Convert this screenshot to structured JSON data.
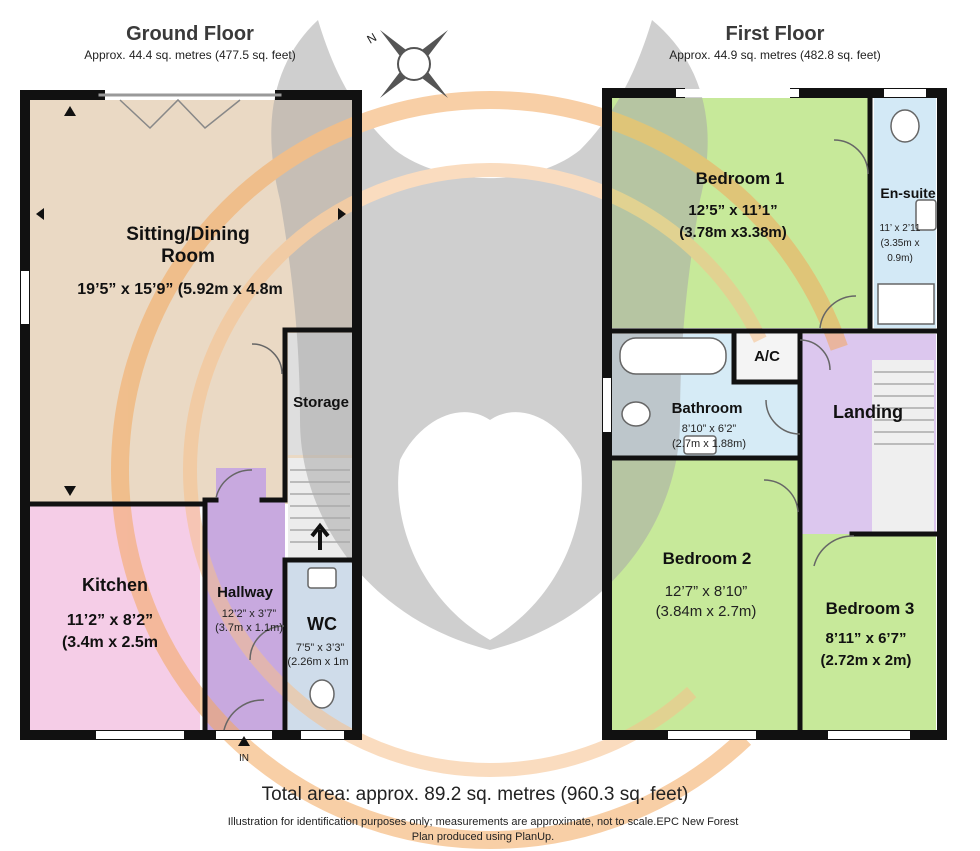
{
  "ground_floor": {
    "title": "Ground Floor",
    "area": "Approx. 44.4 sq. metres (477.5 sq. feet)",
    "sitting": {
      "name1": "Sitting/Dining",
      "name2": "Room",
      "dims": "19’5” x 15’9” (5.92m x 4.8m"
    },
    "storage": {
      "name": "Storage"
    },
    "kitchen": {
      "name": "Kitchen",
      "dims1": "11’2” x 8’2”",
      "dims2": "(3.4m x 2.5m"
    },
    "hallway": {
      "name": "Hallway",
      "dims1": "12’2” x 3’7”",
      "dims2": "(3.7m x 1.1m)"
    },
    "wc": {
      "name": "WC",
      "dims1": "7’5” x 3’3”",
      "dims2": "(2.26m x 1m"
    },
    "entrance": "IN"
  },
  "first_floor": {
    "title": "First Floor",
    "area": "Approx. 44.9 sq. metres (482.8 sq. feet)",
    "bedroom1": {
      "name": "Bedroom 1",
      "dims1": "12’5” x 11’1”",
      "dims2": "(3.78m x3.38m)"
    },
    "ensuite": {
      "name": "En-suite",
      "dims1": "11’ x 2’11",
      "dims2": "(3.35m x",
      "dims3": "0.9m)"
    },
    "ac": {
      "name": "A/C"
    },
    "bathroom": {
      "name": "Bathroom",
      "dims1": "8’10” x 6’2”",
      "dims2": "(2.7m x 1.88m)"
    },
    "landing": {
      "name": "Landing"
    },
    "bedroom2": {
      "name": "Bedroom 2",
      "dims1": "12’7” x 8’10”",
      "dims2": "(3.84m x 2.7m)"
    },
    "bedroom3": {
      "name": "Bedroom 3",
      "dims1": "8’11” x 6’7”",
      "dims2": "(2.72m x 2m)"
    }
  },
  "compass": {
    "label": "N"
  },
  "footer": {
    "total": "Total area: approx. 89.2 sq. metres (960.3 sq. feet)",
    "disclaimer": "Illustration for identification purposes only; measurements are approximate, not to scale.EPC New Forest",
    "produced": "Plan produced using PlanUp."
  },
  "colors": {
    "sitting": "#ead9c4",
    "kitchen": "#f5cde7",
    "hallway": "#c8a9df",
    "storage": "#dedede",
    "wc": "#cfdcea",
    "bedroom": "#c7e99a",
    "ensuite": "#d3e9f6",
    "bathroom": "#d6ebf6",
    "landing": "#dcc7ee",
    "wall": "#111111",
    "watermark_grey": "#bdbdbd",
    "watermark_orange": "#f4b77d"
  }
}
